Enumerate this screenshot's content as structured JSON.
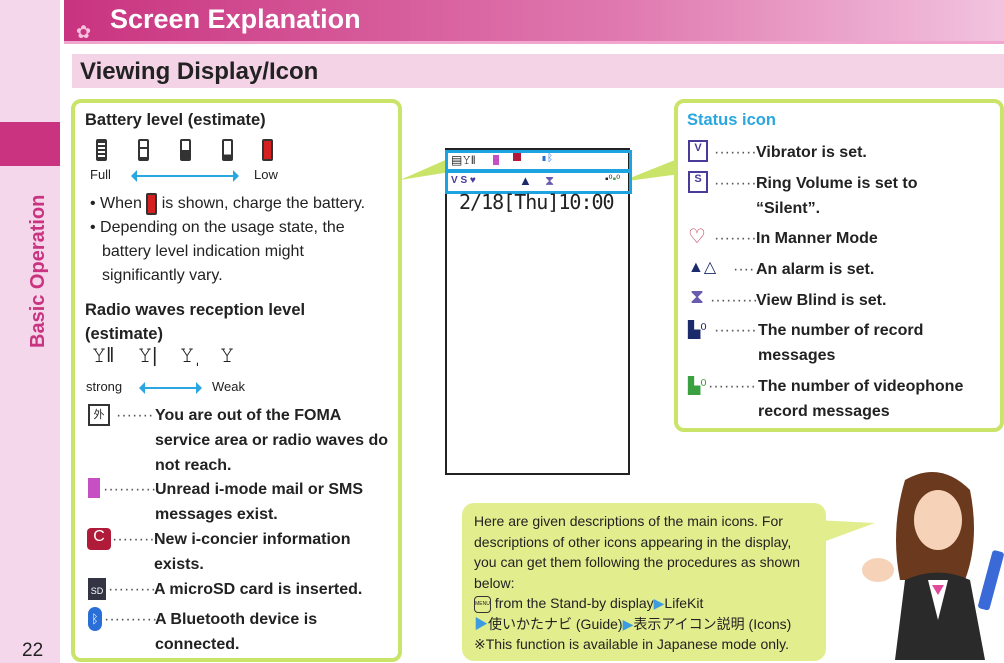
{
  "side": {
    "label": "Basic Operation",
    "page_number": "22"
  },
  "header": {
    "title": "Screen Explanation"
  },
  "subheader": {
    "title": "Viewing Display/Icon"
  },
  "left": {
    "battery": {
      "title": "Battery level (estimate)",
      "full": "Full",
      "low": "Low",
      "bullet1_pre": "When",
      "bullet1_post": "is shown, charge the battery.",
      "bullet2": "Depending on the usage state, the battery level indication might significantly vary."
    },
    "radio": {
      "title": "Radio waves reception level (estimate)",
      "strong": "strong",
      "weak": "Weak"
    },
    "items": [
      {
        "icon": "out-of-service-icon",
        "text": "You are out of the FOMA service area or radio waves do not reach."
      },
      {
        "icon": "unread-mail-icon",
        "text": "Unread i-mode mail or SMS messages exist."
      },
      {
        "icon": "i-concier-icon",
        "text": "New i-concier information exists."
      },
      {
        "icon": "microsd-icon",
        "text": "A microSD card is inserted."
      },
      {
        "icon": "bluetooth-icon",
        "text": "A Bluetooth device is connected."
      }
    ]
  },
  "screen": {
    "clock": "2/18[Thu]10:00"
  },
  "right": {
    "title": "Status icon",
    "items": [
      {
        "icon": "vibrator-icon",
        "text": "Vibrator is set."
      },
      {
        "icon": "ring-volume-silent-icon",
        "text": "Ring Volume is set to “Silent”."
      },
      {
        "icon": "manner-mode-icon",
        "text": "In Manner Mode"
      },
      {
        "icon": "alarm-icon",
        "text": "An alarm is set."
      },
      {
        "icon": "view-blind-icon",
        "text": "View Blind is set."
      },
      {
        "icon": "record-message-icon",
        "text": "The number of record messages"
      },
      {
        "icon": "videophone-record-icon",
        "text": "The number of videophone record messages"
      }
    ]
  },
  "bubble": {
    "intro": "Here are given descriptions of the main icons. For descriptions of other icons appearing in the display, you can get them following the procedures as shown below:",
    "menu_key": "MENU",
    "step1": "from the Stand-by display",
    "step2": "LifeKit",
    "step3": "使いかたナビ (Guide)",
    "step4": "表示アイコン説明 (Icons)",
    "note": "※This function is available in Japanese mode only."
  },
  "colors": {
    "accent": "#c9337f",
    "box_border": "#c9e468",
    "highlight": "#1ca3e0",
    "status_title": "#2aa6e0"
  }
}
